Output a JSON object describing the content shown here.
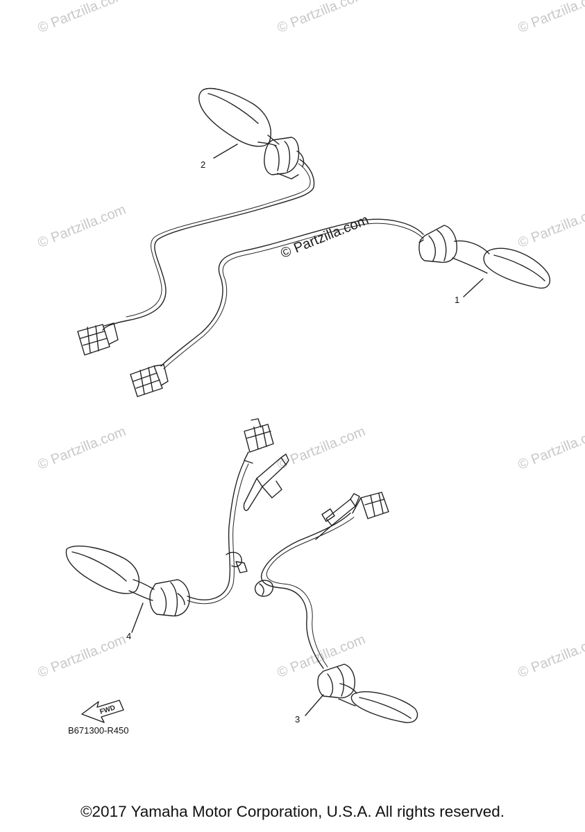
{
  "diagram": {
    "callouts": [
      {
        "id": "1",
        "label": "1"
      },
      {
        "id": "2",
        "label": "2"
      },
      {
        "id": "3",
        "label": "3"
      },
      {
        "id": "4",
        "label": "4"
      }
    ],
    "fwd_label": "FWD",
    "part_code": "B671300-R450"
  },
  "watermark": {
    "text": "© Partzilla.com"
  },
  "footer": {
    "copyright": "©2017 Yamaha Motor Corporation, U.S.A. All rights reserved."
  },
  "colors": {
    "line": "#222222",
    "watermark": "#c8c8c8",
    "background": "#ffffff"
  }
}
